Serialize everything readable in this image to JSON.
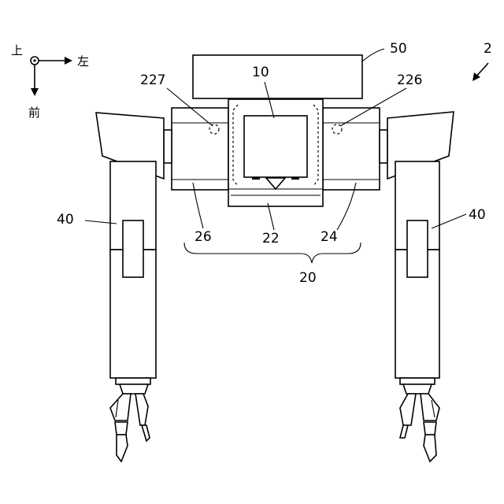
{
  "axes": {
    "up": "上",
    "left": "左",
    "front": "前"
  },
  "labels": {
    "robot": "2",
    "box": "50",
    "body": "10",
    "sensor_left": "227",
    "sensor_right": "226",
    "arm_left": "40",
    "arm_right": "40",
    "part_left": "26",
    "part_center": "22",
    "part_right": "24",
    "group": "20"
  }
}
